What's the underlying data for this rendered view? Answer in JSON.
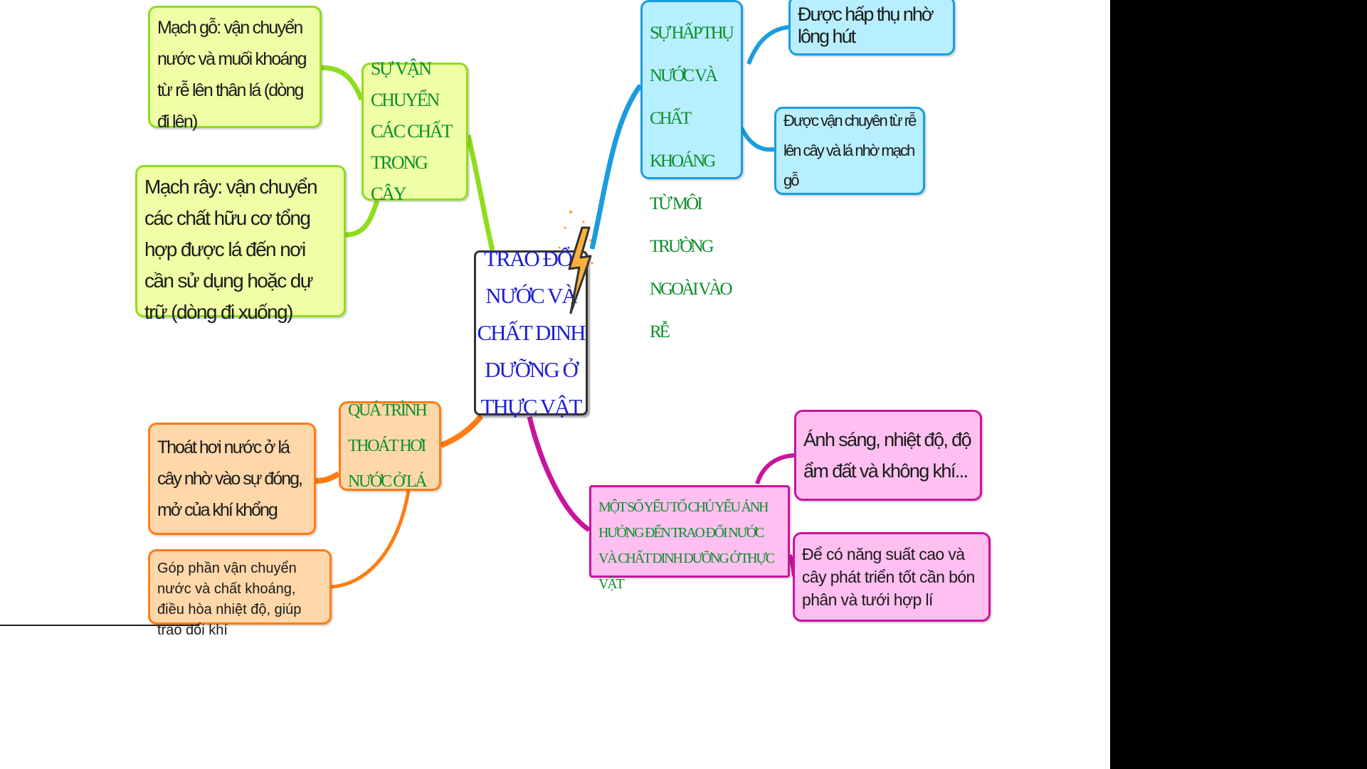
{
  "center": {
    "title": "TRAO ĐỔI NƯỚC VÀ CHẤT DINH DƯỠNG Ở THỰC VẬT"
  },
  "branches": {
    "transport": {
      "title": "SỰ VẬN CHUYỂN CÁC CHẤT TRONG CÂY",
      "children": [
        "Mạch gỗ: vận chuyển nước và muối khoáng từ rễ lên thân lá (dòng đi lên)",
        "Mạch rây: vận chuyển các chất hữu cơ tổng hợp được lá đến nơi cần sử dụng hoặc dự trữ (dòng đi xuống)"
      ]
    },
    "absorption": {
      "title": "SỰ HẤP THỤ NƯỚC VÀ CHẤT KHOÁNG TỪ MÔI TRƯỜNG NGOÀI VÀO RỄ",
      "children": [
        "Được hấp thụ nhờ lông hút",
        "Được vận chuyên từ rễ lên cây và lá nhờ mạch gỗ"
      ]
    },
    "transpiration": {
      "title": "QUÁ TRÌNH THOÁT HƠI NƯỚC Ở LÁ",
      "children": [
        "Thoát hơi nước ở lá cây nhờ vào sự đóng, mở của khí khổng",
        "Góp phần vận chuyển nước và chất khoáng, điều hòa nhiệt độ, giúp trao đổi khí"
      ]
    },
    "factors": {
      "title": "MỘT SỐ YẾU TỐ CHỦ YẾU ẢNH HƯỞNG ĐẾN TRAO ĐỔI NƯỚC VÀ CHẤT DINH DƯỠNG Ở THỰC VẬT",
      "children": [
        "Ánh sáng, nhiệt độ, độ ẩm đất và không khí...",
        "Để có năng suất cao và cây phát triển tốt cần bón phân và tưới hợp lí"
      ]
    }
  },
  "colors": {
    "green_fill": "#efffa6",
    "green_line": "#8fdd1d",
    "blue_fill": "#b8efff",
    "blue_line": "#1a9de0",
    "orange_fill": "#ffd7a9",
    "orange_line": "#ff7c12",
    "pink_fill": "#ffbff0",
    "pink_line": "#c8149b",
    "center_text": "#1f1fd6",
    "branch_title_text": "#0c8f2c"
  },
  "icons": {
    "center_marker": "lightning-bolt-icon"
  }
}
